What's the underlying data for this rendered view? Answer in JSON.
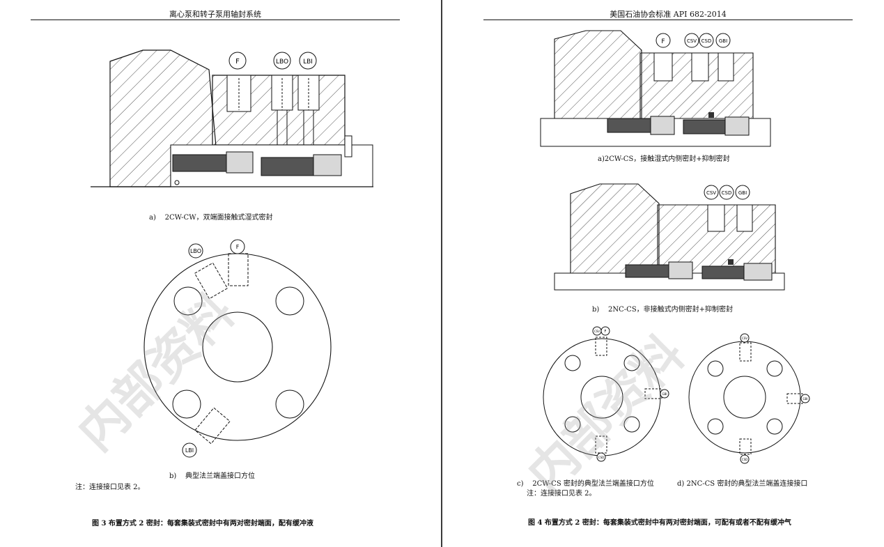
{
  "left": {
    "header": "离心泵和转子泵用轴封系统",
    "fig_a": {
      "caption_label": "a)",
      "caption_text": "2CW-CW，双端面接触式湿式密封",
      "ports": [
        "F",
        "LBO",
        "LBI"
      ]
    },
    "fig_b": {
      "caption_label": "b)",
      "caption_text": "典型法兰端盖接口方位",
      "ports": [
        "LBO",
        "F",
        "LBI"
      ]
    },
    "note": "注：连接接口见表 2。",
    "figure_title": "图 3  布置方式 2 密封：每套集装式密封中有两对密封端面，配有缓冲液",
    "watermark": "内部资料"
  },
  "right": {
    "header": "美国石油协会标准  API 682-2014",
    "fig_a": {
      "caption_text": "a)2CW-CS，接触湿式内侧密封+抑制密封",
      "ports": [
        "F",
        "CSV",
        "CSD",
        "GBI"
      ]
    },
    "fig_b": {
      "caption_label": "b)",
      "caption_text": "2NC-CS，非接触式内侧密封+抑制密封",
      "ports": [
        "CSV",
        "CSD",
        "GBI"
      ]
    },
    "fig_c": {
      "caption_label": "c)",
      "caption_text": "2CW-CS 密封的典型法兰端盖接口方位",
      "ports": [
        "CSV",
        "F",
        "GBI",
        "CSD"
      ]
    },
    "fig_d": {
      "caption_label": "d)",
      "caption_text": "2NC-CS 密封的典型法兰端盖连接接口",
      "ports": [
        "CSV",
        "GBI",
        "CSD"
      ]
    },
    "note": "注：连接接口见表 2。",
    "figure_title": "图 4  布置方式 2 密封：每套集装式密封中有两对密封端面，可配有或者不配有缓冲气",
    "watermark": "内部资料"
  }
}
